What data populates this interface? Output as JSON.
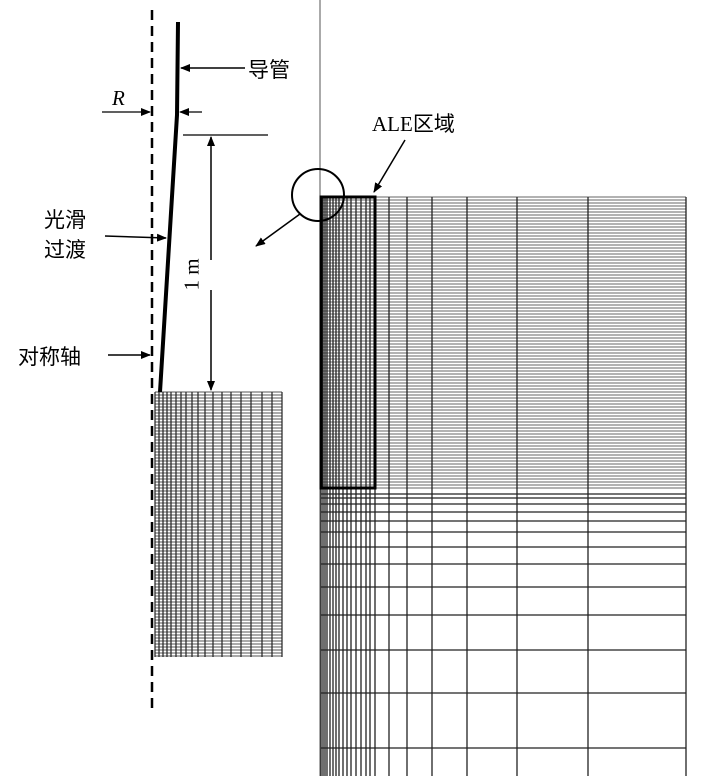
{
  "labels": {
    "pipe": "导管",
    "radius": "R",
    "smooth_line1": "光滑",
    "smooth_line2": "过渡",
    "axis": "对称轴",
    "length": "1 m",
    "ale": "ALE区域"
  },
  "colors": {
    "line": "#000000",
    "mesh": "#222222"
  }
}
